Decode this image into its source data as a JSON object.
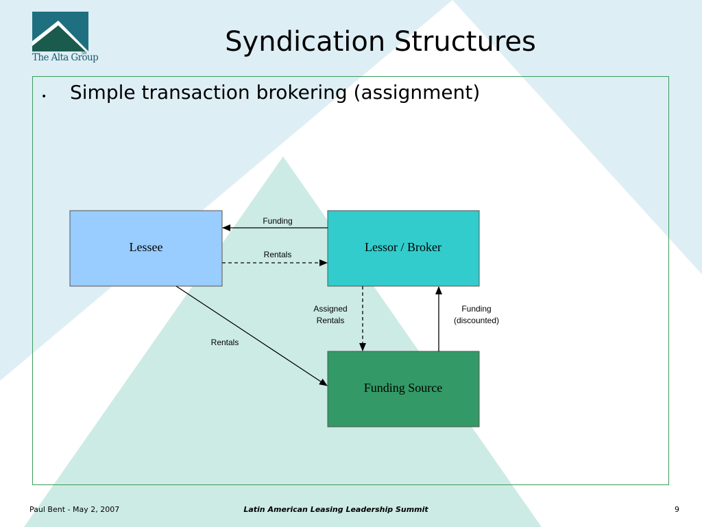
{
  "header": {
    "logo_text": "The Alta Group",
    "logo_mark": "SM",
    "title": "Syndication Structures"
  },
  "content": {
    "bullet": "Simple transaction brokering (assignment)"
  },
  "diagram": {
    "nodes": {
      "lessee": "Lessee",
      "lessor_broker": "Lessor / Broker",
      "funding_source": "Funding Source"
    },
    "edges": {
      "funding_top": "Funding",
      "rentals_top": "Rentals",
      "assigned_rentals_1": "Assigned",
      "assigned_rentals_2": "Rentals",
      "funding_discounted_1": "Funding",
      "funding_discounted_2": "(discounted)",
      "rentals_diagonal": "Rentals"
    }
  },
  "colors": {
    "lessee": "#99ccff",
    "lessor_broker": "#33cccc",
    "funding_source": "#339966",
    "background": "#deeef5",
    "triangle_light": "#ffffff",
    "triangle_mint": "#cdebe5"
  },
  "footer": {
    "left": "Paul Bent  -  May 2, 2007",
    "center": "Latin American Leasing Leadership Summit",
    "page": "9"
  }
}
